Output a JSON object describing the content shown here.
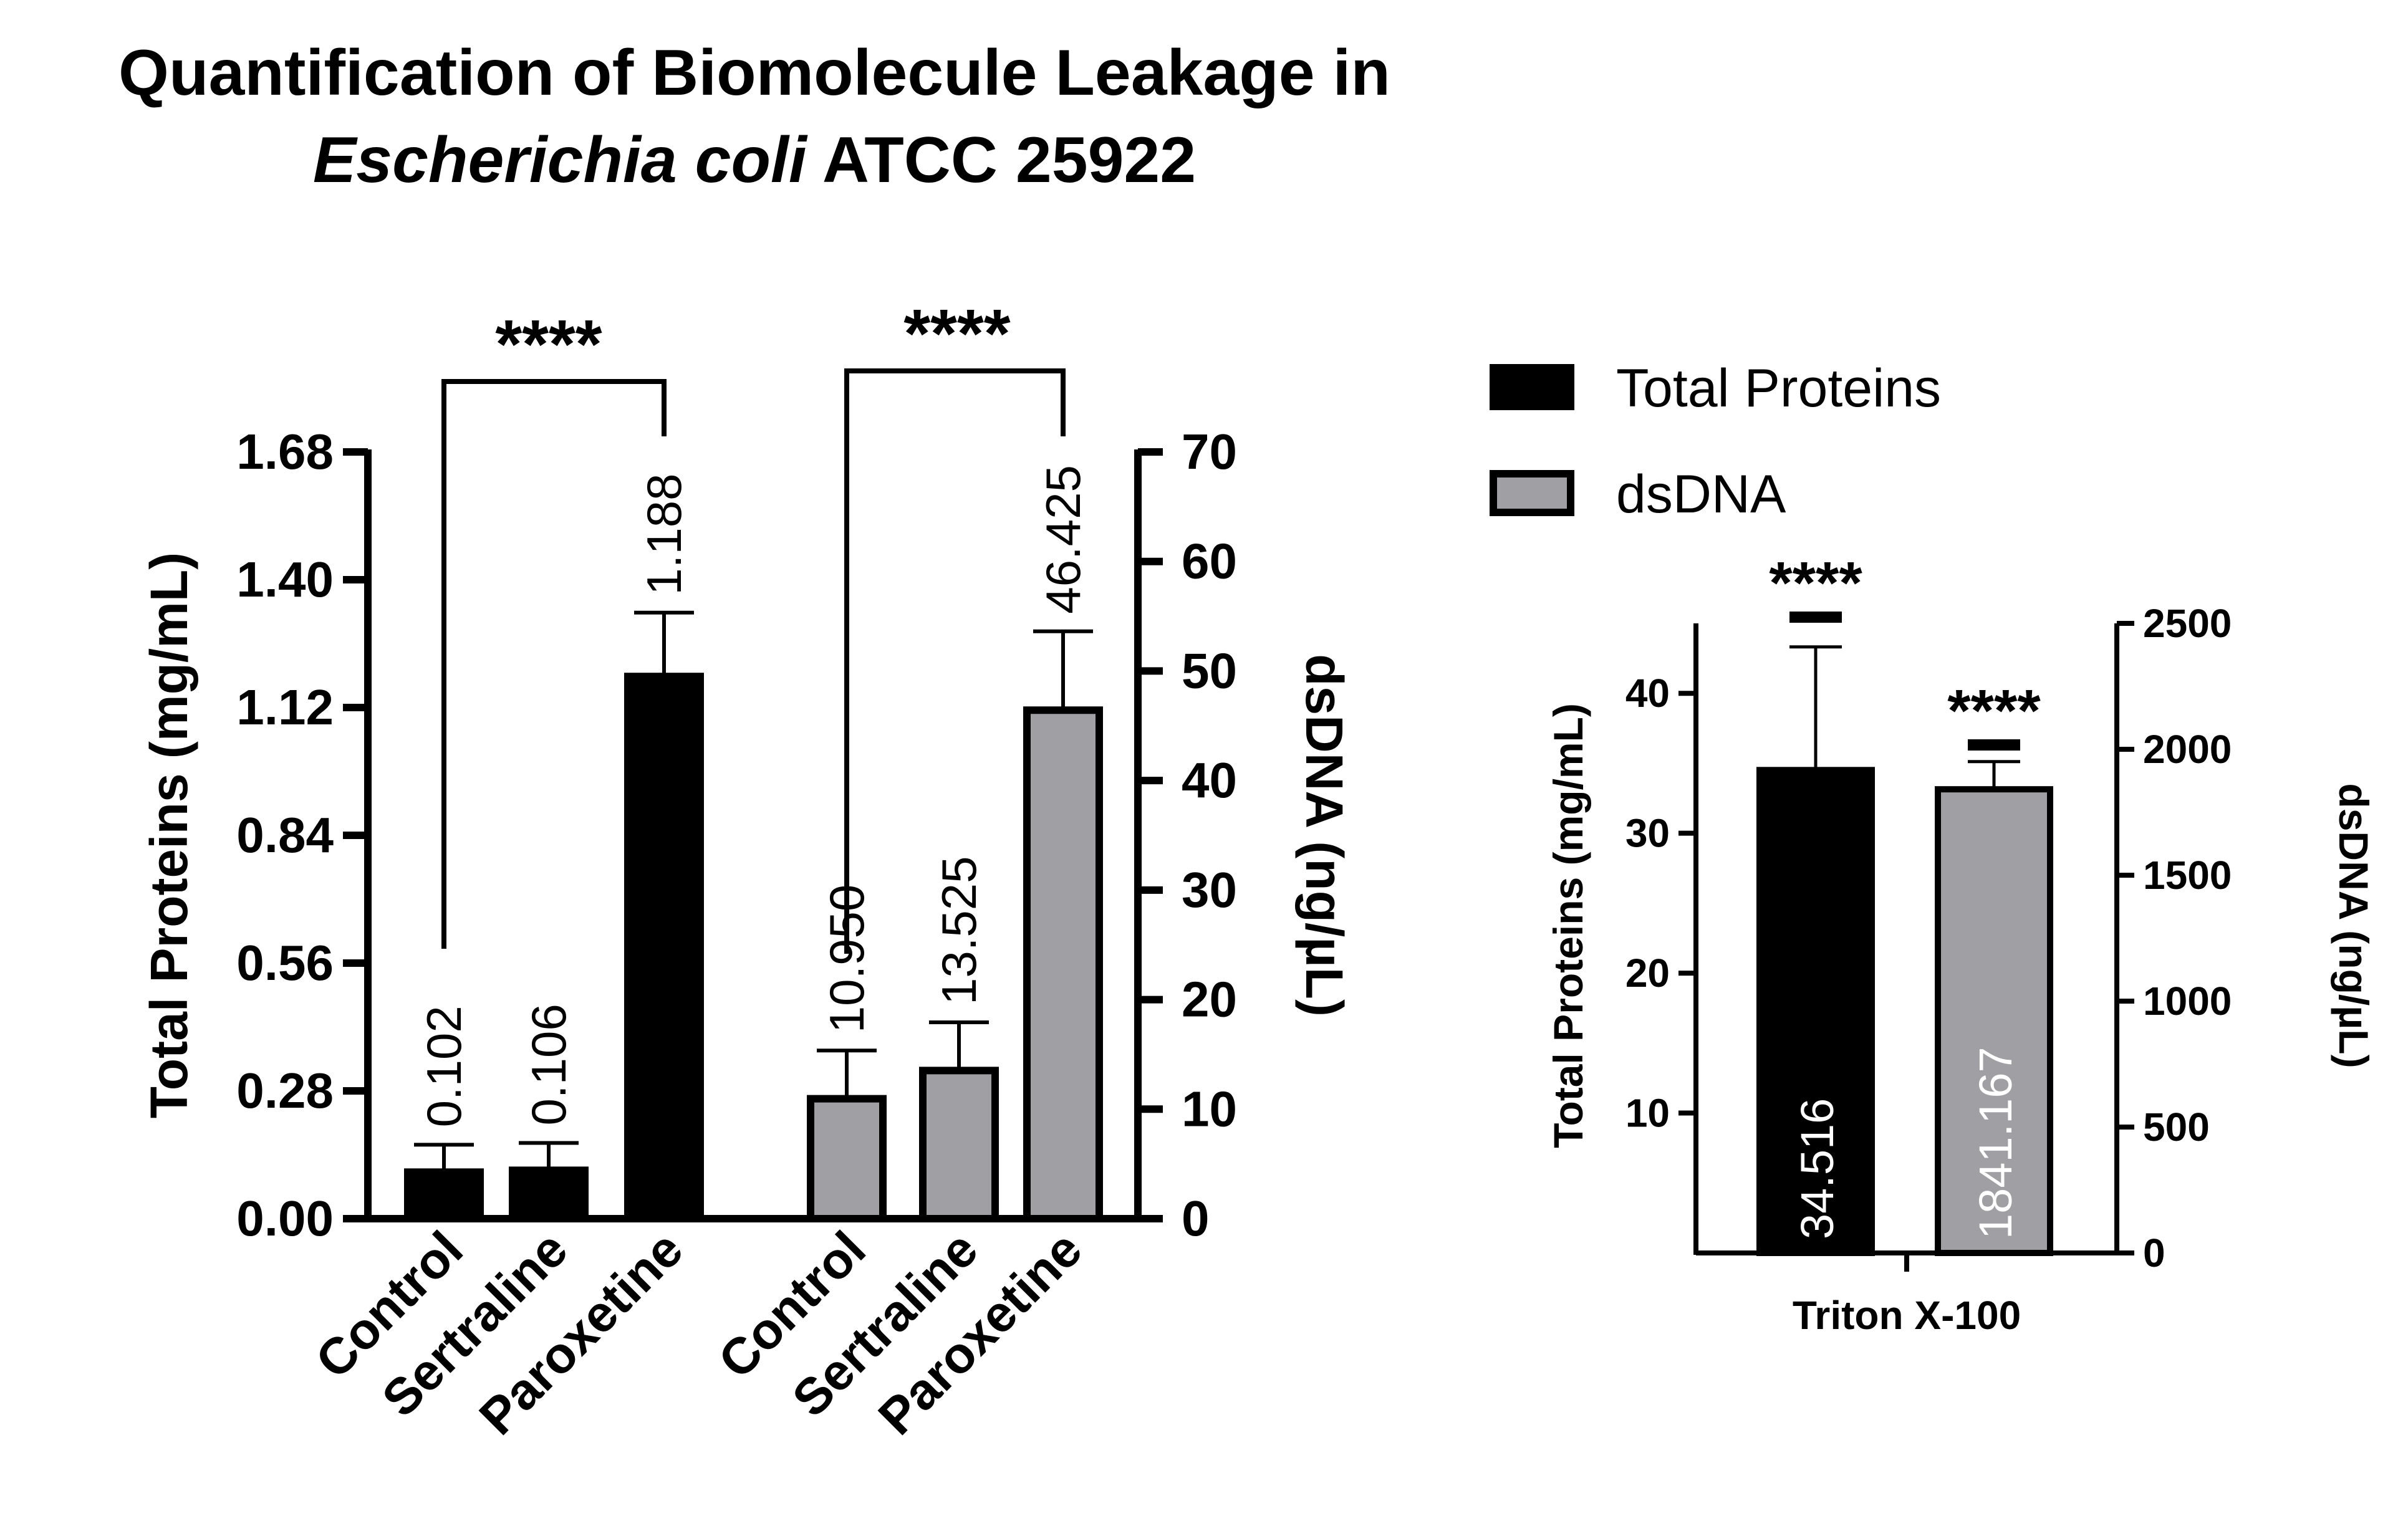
{
  "title": {
    "line1": "Quantification of Biomolecule Leakage in",
    "line2_italic": "Escherichia coli",
    "line2_rest": " ATCC 25922"
  },
  "colors": {
    "total_proteins": "#000000",
    "dsdna": "#a0a0a4",
    "axis": "#000000"
  },
  "legend": {
    "items": [
      {
        "label": "Total Proteins",
        "color": "#000000"
      },
      {
        "label": "dsDNA",
        "color": "#a0a0a4"
      }
    ]
  },
  "chart_data": [
    {
      "type": "bar",
      "categories": [
        "Control",
        "Sertraline",
        "Paroxetine"
      ],
      "left_axis": {
        "label": "Total Proteins (mg/mL)",
        "ylim": [
          0,
          1.68
        ],
        "ticks": [
          "0.00",
          "0.28",
          "0.56",
          "0.84",
          "1.12",
          "1.40",
          "1.68"
        ]
      },
      "right_axis": {
        "label": "dsDNA (ng/µL)",
        "ylim": [
          0,
          70
        ],
        "ticks": [
          "0",
          "10",
          "20",
          "30",
          "40",
          "50",
          "60",
          "70"
        ]
      },
      "series": [
        {
          "name": "Total Proteins",
          "axis": "left",
          "values": [
            0.102,
            0.106,
            1.188
          ],
          "errors": [
            0.06,
            0.06,
            0.14
          ],
          "labels": [
            "0.102",
            "0.106",
            "1.188"
          ]
        },
        {
          "name": "dsDNA",
          "axis": "right",
          "values": [
            10.95,
            13.525,
            46.425
          ],
          "errors": [
            4.4,
            4.4,
            7.2
          ],
          "labels": [
            "10.950",
            "13.525",
            "46.425"
          ]
        }
      ],
      "significance": [
        "****",
        "****"
      ]
    },
    {
      "type": "bar",
      "categories": [
        "Triton X-100"
      ],
      "left_axis": {
        "label": "Total Proteins (mg/mL)",
        "ylim": [
          0,
          45
        ],
        "ticks": [
          "10",
          "20",
          "30",
          "40"
        ]
      },
      "right_axis": {
        "label": "dsDNA (ng/µL)",
        "ylim": [
          0,
          2500
        ],
        "ticks": [
          "0",
          "500",
          "1000",
          "1500",
          "2000",
          "2500"
        ]
      },
      "series": [
        {
          "name": "Total Proteins",
          "axis": "left",
          "values": [
            34.516
          ],
          "errors": [
            8.8
          ],
          "labels": [
            "34.516"
          ],
          "significance": "****"
        },
        {
          "name": "dsDNA",
          "axis": "right",
          "values": [
            1841.167
          ],
          "errors": [
            110
          ],
          "labels": [
            "1841.167"
          ],
          "significance": "****"
        }
      ]
    }
  ]
}
